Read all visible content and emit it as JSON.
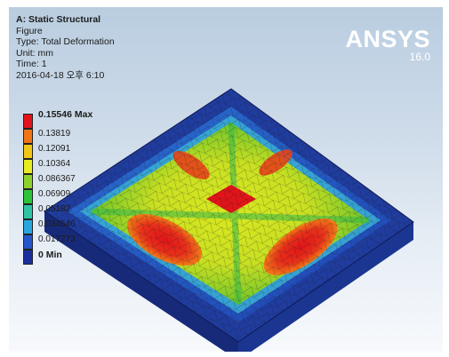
{
  "header": {
    "title": "A: Static Structural",
    "lines": [
      "Figure",
      "Type: Total Deformation",
      "Unit: mm",
      "Time: 1",
      "2016-04-18 오후 6:10"
    ]
  },
  "brand": {
    "name": "ANSYS",
    "version": "16.0"
  },
  "legend": {
    "entries": [
      {
        "label": "0.15546 Max",
        "color": "#e0141a"
      },
      {
        "label": "0.13819",
        "color": "#f07414"
      },
      {
        "label": "0.12091",
        "color": "#f2c617"
      },
      {
        "label": "0.10364",
        "color": "#e6ed20"
      },
      {
        "label": "0.086367",
        "color": "#8ed12c"
      },
      {
        "label": "0.06909",
        "color": "#2dc43a"
      },
      {
        "label": "0.05182",
        "color": "#2fc4a3"
      },
      {
        "label": "0.034546",
        "color": "#2aa6de"
      },
      {
        "label": "0.017273",
        "color": "#2456cc"
      },
      {
        "label": "0 Min",
        "color": "#1b2f9c"
      }
    ]
  },
  "colors": {
    "deep_blue": "#1d2e8c",
    "blue": "#2353c8",
    "cyan": "#2fb9d8",
    "green": "#3cc24b",
    "yellow": "#e4ec2a",
    "orange": "#f0a01c",
    "red": "#e1171c"
  }
}
